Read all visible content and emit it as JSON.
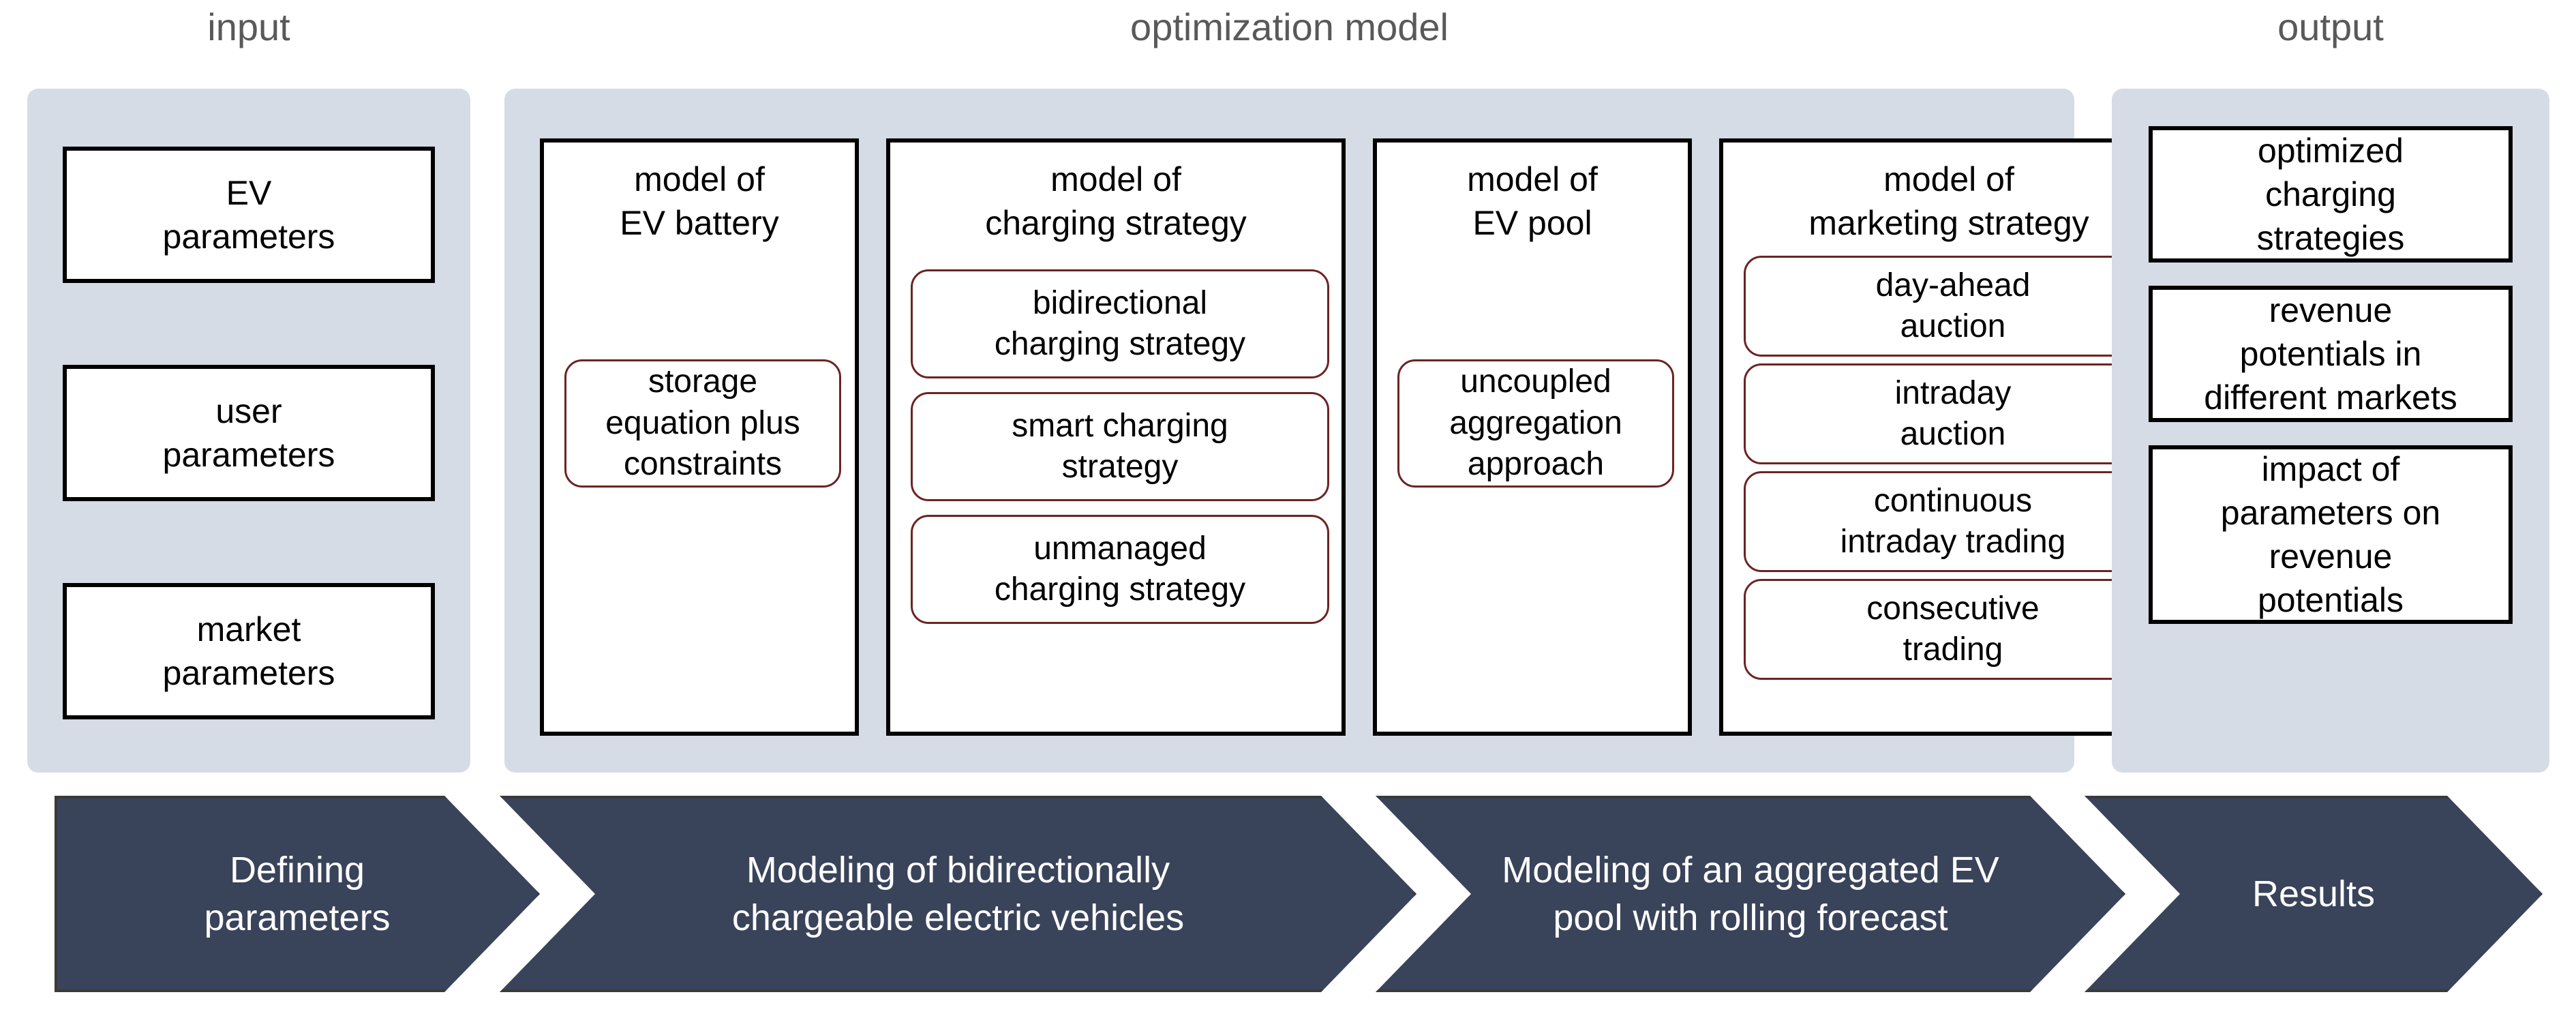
{
  "colors": {
    "panel_bg": "#d6dce5",
    "box_border": "#000000",
    "subbox_border": "#6b2423",
    "chevron_fill": "#39435a",
    "chevron_stroke": "#3a3a38",
    "header_text": "#595959",
    "chevron_text": "#ffffff",
    "page_bg": "#ffffff"
  },
  "headers": {
    "input": "input",
    "optimization": "optimization model",
    "output": "output"
  },
  "input_panel": {
    "boxes": [
      {
        "label": "EV\nparameters"
      },
      {
        "label": "user\nparameters"
      },
      {
        "label": "market\nparameters"
      }
    ]
  },
  "optimization_panel": {
    "columns": [
      {
        "title": "model of\nEV battery",
        "items": [
          "storage\nequation plus\nconstraints"
        ]
      },
      {
        "title": "model of\ncharging strategy",
        "items": [
          "bidirectional\ncharging strategy",
          "smart charging\nstrategy",
          "unmanaged\ncharging strategy"
        ]
      },
      {
        "title": "model of\nEV pool",
        "items": [
          "uncoupled\naggregation\napproach"
        ]
      },
      {
        "title": "model of\nmarketing strategy",
        "items": [
          "day-ahead\nauction",
          "intraday\nauction",
          "continuous\nintraday trading",
          "consecutive\ntrading"
        ]
      }
    ]
  },
  "output_panel": {
    "boxes": [
      {
        "label": "optimized\ncharging\nstrategies"
      },
      {
        "label": "revenue\npotentials in\ndifferent markets"
      },
      {
        "label": "impact of\nparameters on\nrevenue\npotentials"
      }
    ]
  },
  "process_flow": {
    "steps": [
      {
        "label": "Defining\nparameters"
      },
      {
        "label": "Modeling of bidirectionally\nchargeable electric vehicles"
      },
      {
        "label": "Modeling of an aggregated EV\npool with rolling forecast"
      },
      {
        "label": "Results"
      }
    ]
  }
}
